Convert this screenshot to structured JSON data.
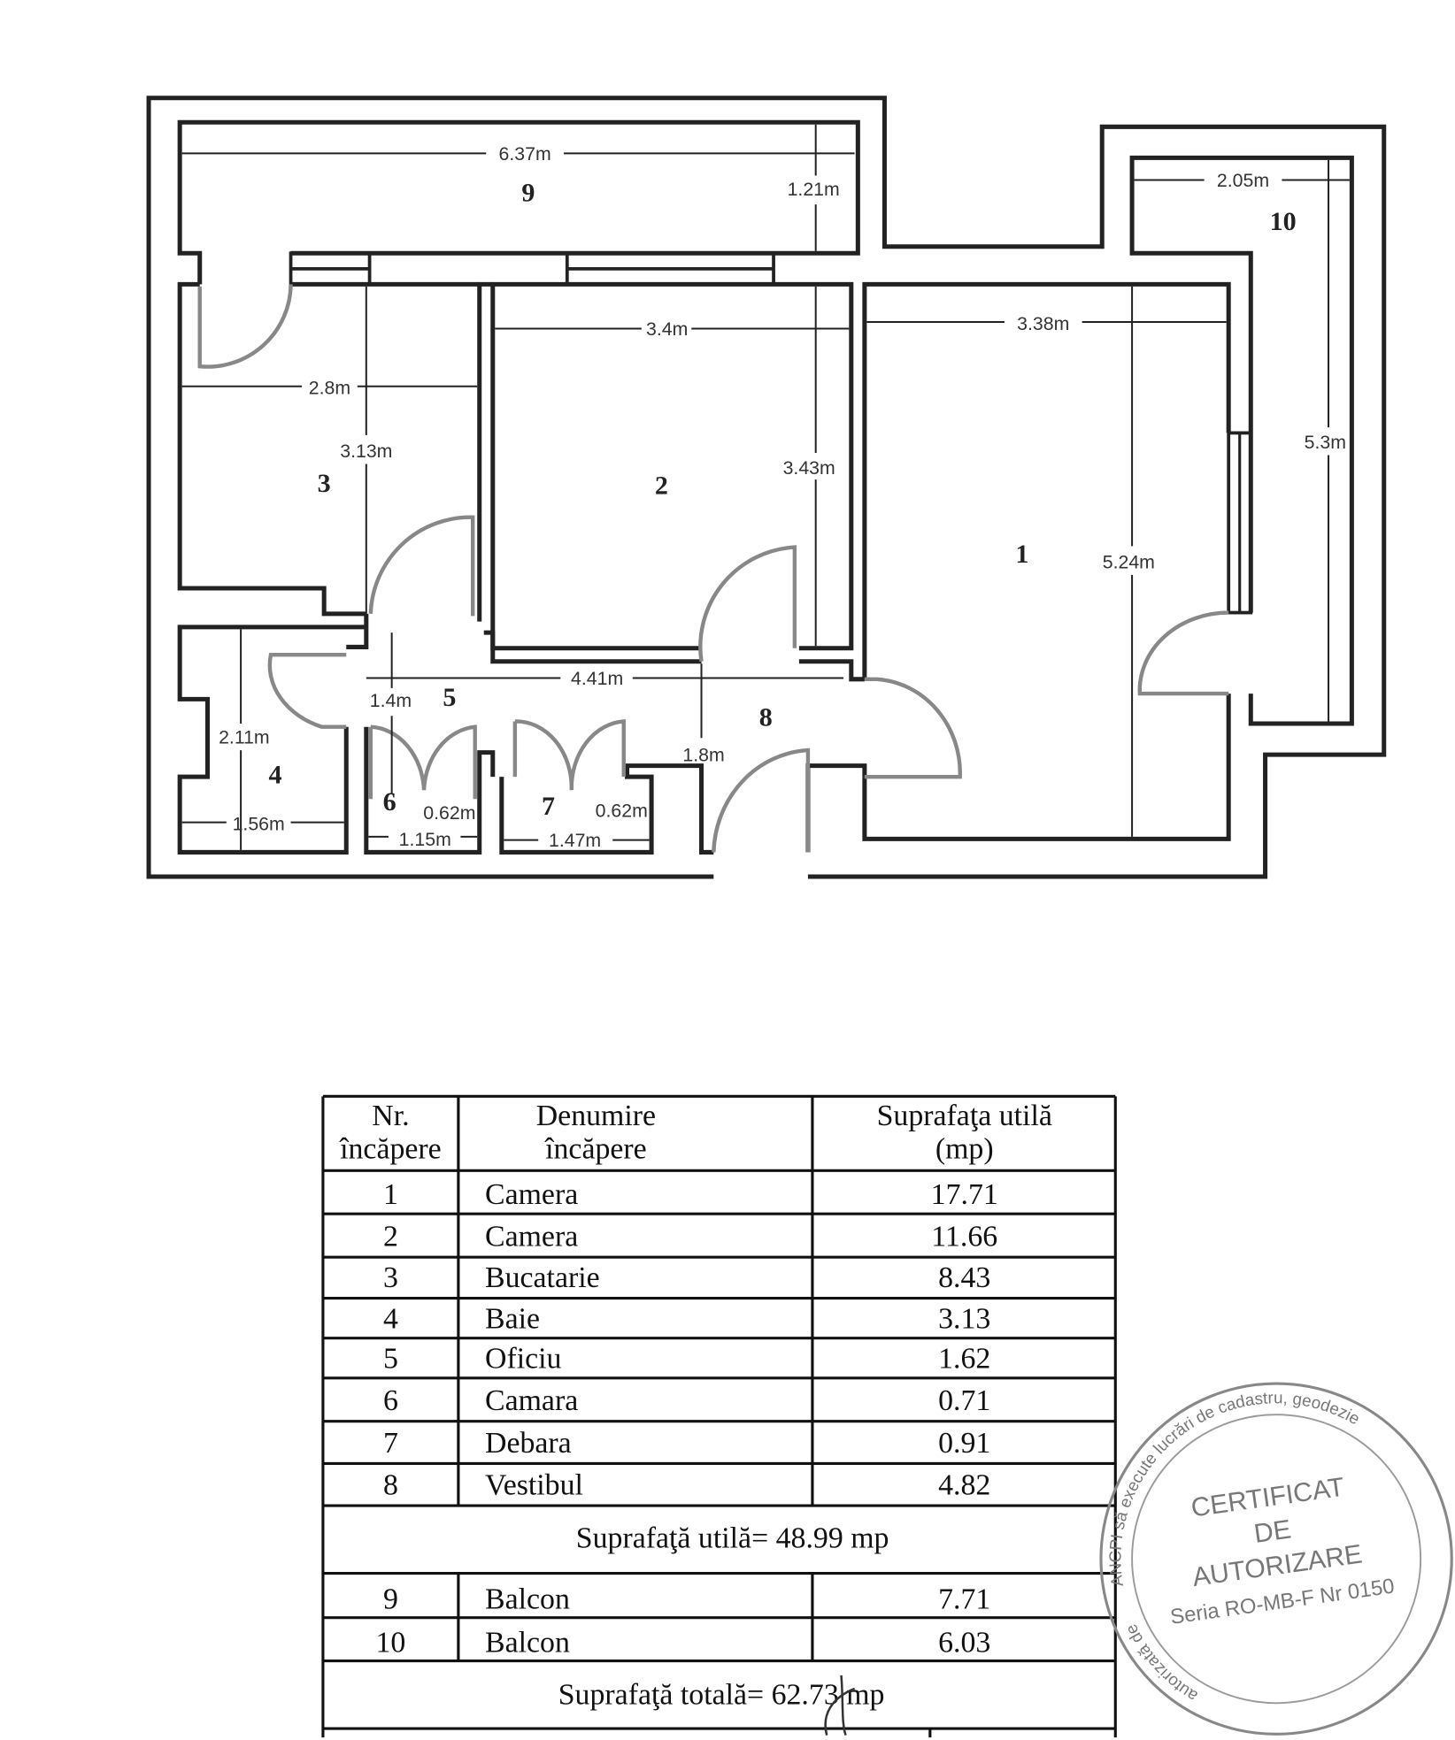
{
  "plan": {
    "rooms": [
      {
        "nr": "1"
      },
      {
        "nr": "2"
      },
      {
        "nr": "3"
      },
      {
        "nr": "4"
      },
      {
        "nr": "5"
      },
      {
        "nr": "6"
      },
      {
        "nr": "7"
      },
      {
        "nr": "8"
      },
      {
        "nr": "9"
      },
      {
        "nr": "10"
      }
    ],
    "dimensions": {
      "b9_width": "6.37m",
      "b9_depth": "1.21m",
      "b10_width": "2.05m",
      "b10_length": "5.3m",
      "r1_width": "3.38m",
      "r1_length": "5.24m",
      "r2_width": "3.4m",
      "r2_length": "3.43m",
      "r3_width": "2.8m",
      "r3_length": "3.13m",
      "r4_length": "2.11m",
      "r4_width": "1.56m",
      "r5_length": "4.41m",
      "r5_width": "1.4m",
      "r6_depth": "0.62m",
      "r6_width": "1.15m",
      "r7_depth": "0.62m",
      "r7_width": "1.47m",
      "r8_width": "1.8m"
    }
  },
  "table": {
    "headers": {
      "nr_1": "Nr.",
      "nr_2": "încăpere",
      "name_1": "Denumire",
      "name_2": "încăpere",
      "area_1": "Suprafaţa utilă",
      "area_2": "(mp)"
    },
    "rows": [
      {
        "nr": "1",
        "name": "Camera",
        "area": "17.71"
      },
      {
        "nr": "2",
        "name": "Camera",
        "area": "11.66"
      },
      {
        "nr": "3",
        "name": "Bucatarie",
        "area": "8.43"
      },
      {
        "nr": "4",
        "name": "Baie",
        "area": "3.13"
      },
      {
        "nr": "5",
        "name": "Oficiu",
        "area": "1.62"
      },
      {
        "nr": "6",
        "name": "Camara",
        "area": "0.71"
      },
      {
        "nr": "7",
        "name": "Debara",
        "area": "0.91"
      },
      {
        "nr": "8",
        "name": "Vestibul",
        "area": "4.82"
      }
    ],
    "subtotal": "Suprafaţă utilă= 48.99 mp",
    "balcony_rows": [
      {
        "nr": "9",
        "name": "Balcon",
        "area": "7.71"
      },
      {
        "nr": "10",
        "name": "Balcon",
        "area": "6.03"
      }
    ],
    "total": "Suprafaţă totală= 62.73 mp"
  },
  "stamp": {
    "arc_top": "ANCPI să execute lucrări de cadastru, geodezie",
    "arc_left": "autorizată de",
    "line1": "CERTIFICAT",
    "line2": "DE",
    "line3": "AUTORIZARE",
    "line4": "Seria RO-MB-F Nr 0150",
    "color": "#777777"
  }
}
